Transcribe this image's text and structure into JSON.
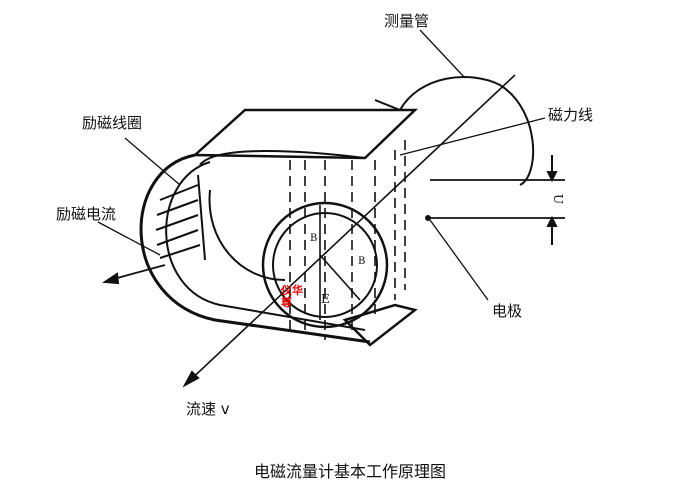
{
  "labels": {
    "measuring_tube": "测量管",
    "magnetic_field_lines": "磁力线",
    "excitation_coil": "励磁线圈",
    "excitation_current": "励磁电流",
    "electrode": "电极",
    "flow_velocity": "流速 v",
    "voltage": "U",
    "b_left": "B",
    "b_right": "B",
    "emf": "E"
  },
  "watermark": "仪华尊",
  "caption": "电磁流量计基本工作原理图"
}
